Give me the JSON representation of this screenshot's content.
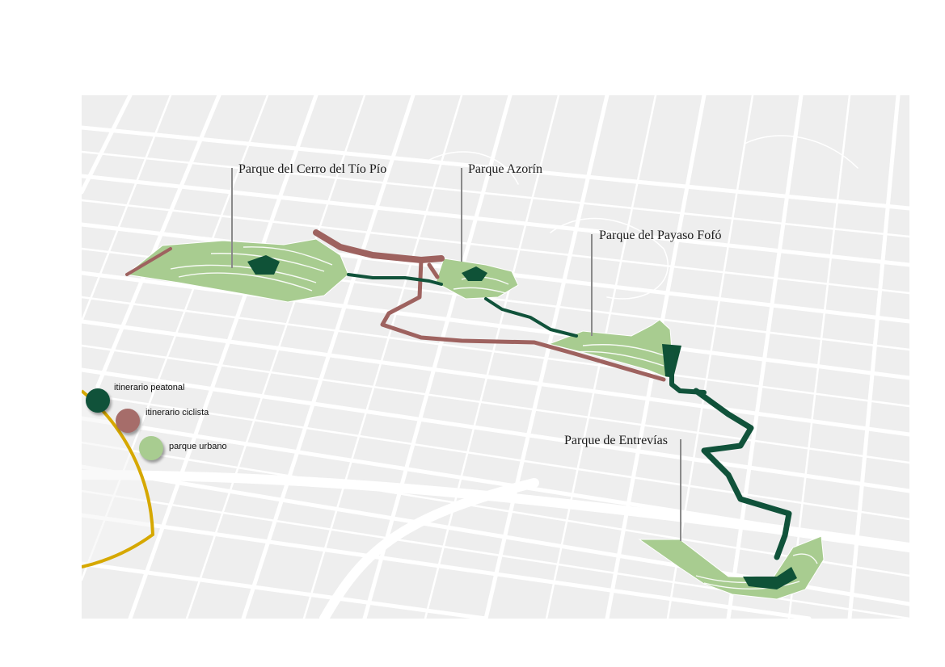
{
  "labels": {
    "cerro": "Parque del Cerro del Tío Pío",
    "azorin": "Parque Azorín",
    "payaso": "Parque del Payaso Fofó",
    "entrevias": "Parque de Entrevías"
  },
  "legend": {
    "items": [
      {
        "label": "itinerario peatonal",
        "color": "#10523a"
      },
      {
        "label": "itinerario ciclista",
        "color": "#a66d6a"
      },
      {
        "label": "parque urbano",
        "color": "#a8cc90"
      }
    ],
    "ring_color": "#d6a800"
  },
  "colors": {
    "pedestrian": "#10523a",
    "cycle": "#9e625f",
    "park": "#a8cc90",
    "park_dark": "#0f5237",
    "streets": "#ffffff",
    "blocks": "#eeeeee"
  }
}
